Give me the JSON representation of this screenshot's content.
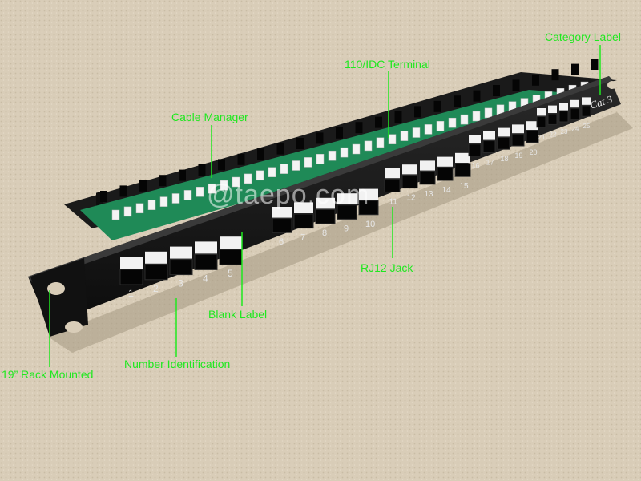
{
  "colors": {
    "background": "#d9cdb8",
    "panel": "#141414",
    "pcb": "#1f8a57",
    "callout": "#1fe81f",
    "label_blank": "#f2f2f2"
  },
  "watermark": "@taepo.com",
  "port_numbers": [
    "1",
    "2",
    "3",
    "4",
    "5",
    "6",
    "7",
    "8",
    "9",
    "10",
    "11",
    "12",
    "13",
    "14",
    "15",
    "16",
    "17",
    "18",
    "19",
    "20",
    "21",
    "22",
    "23",
    "24",
    "25"
  ],
  "category_text": "Cat 3",
  "callouts": {
    "category_label": "Category Label",
    "idc_terminal": "110/IDC Terminal",
    "cable_manager": "Cable Manager",
    "rj12_jack": "RJ12 Jack",
    "blank_label": "Blank Label",
    "number_identification": "Number Identification",
    "rack_mounted": "19” Rack Mounted"
  }
}
